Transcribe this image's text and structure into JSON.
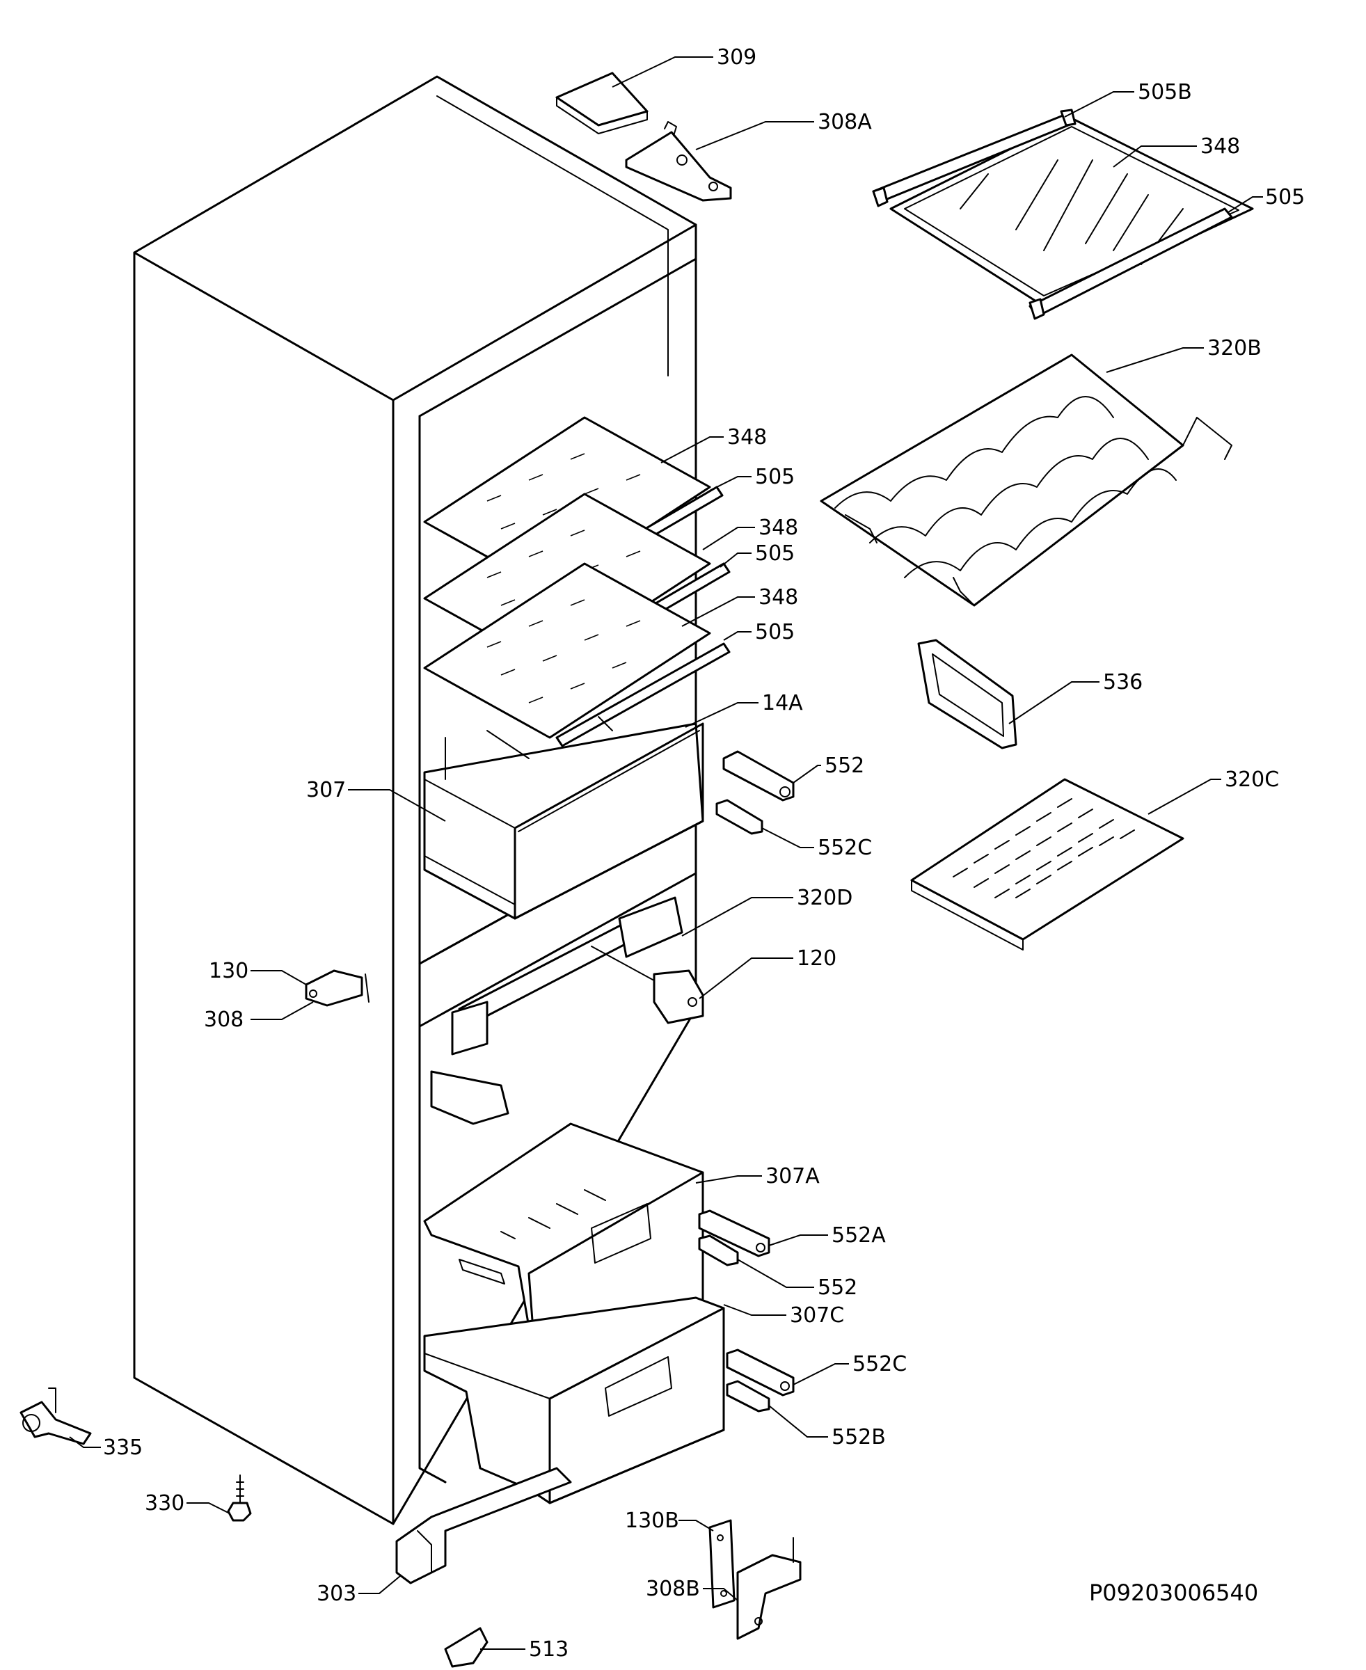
{
  "drawing_code": "P09203006540",
  "parts": [
    {
      "id": "p309",
      "label": "309"
    },
    {
      "id": "p308A",
      "label": "308A"
    },
    {
      "id": "p505B",
      "label": "505B"
    },
    {
      "id": "p348_top",
      "label": "348"
    },
    {
      "id": "p505_top",
      "label": "505"
    },
    {
      "id": "p320B",
      "label": "320B"
    },
    {
      "id": "p348_1",
      "label": "348"
    },
    {
      "id": "p505_1",
      "label": "505"
    },
    {
      "id": "p348_2",
      "label": "348"
    },
    {
      "id": "p505_2",
      "label": "505"
    },
    {
      "id": "p348_3",
      "label": "348"
    },
    {
      "id": "p505_3",
      "label": "505"
    },
    {
      "id": "p536",
      "label": "536"
    },
    {
      "id": "p14A",
      "label": "14A"
    },
    {
      "id": "p552_top",
      "label": "552"
    },
    {
      "id": "p307",
      "label": "307"
    },
    {
      "id": "p320C",
      "label": "320C"
    },
    {
      "id": "p552C_top",
      "label": "552C"
    },
    {
      "id": "p320D",
      "label": "320D"
    },
    {
      "id": "p120",
      "label": "120"
    },
    {
      "id": "p130",
      "label": "130"
    },
    {
      "id": "p308",
      "label": "308"
    },
    {
      "id": "p307A",
      "label": "307A"
    },
    {
      "id": "p552A",
      "label": "552A"
    },
    {
      "id": "p552_mid",
      "label": "552"
    },
    {
      "id": "p307C",
      "label": "307C"
    },
    {
      "id": "p552C_bot",
      "label": "552C"
    },
    {
      "id": "p552B",
      "label": "552B"
    },
    {
      "id": "p335",
      "label": "335"
    },
    {
      "id": "p330",
      "label": "330"
    },
    {
      "id": "p130B",
      "label": "130B"
    },
    {
      "id": "p308B",
      "label": "308B"
    },
    {
      "id": "p303",
      "label": "303"
    },
    {
      "id": "p513",
      "label": "513"
    }
  ]
}
